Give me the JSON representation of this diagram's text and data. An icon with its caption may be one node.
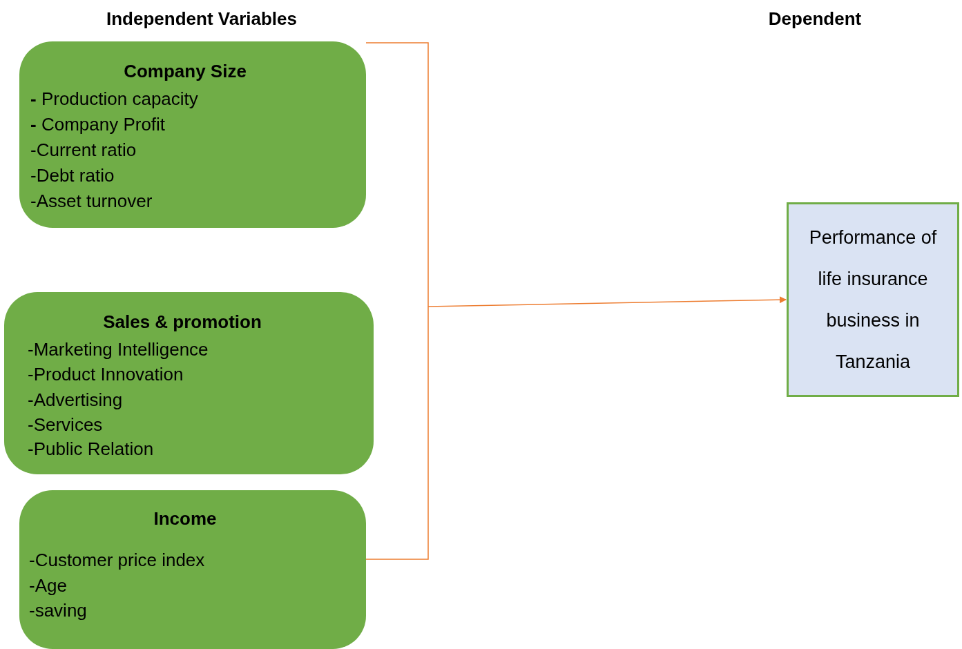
{
  "diagram": {
    "nodes": [
      {
        "text": [
          "Company Size",
          "**-** Production capacity",
          "**-** Company Profit",
          "-Current ratio",
          "-Debt ratio",
          "-Asset turnover"
        ]
      },
      {
        "text": [
          "Sales & promotion",
          "-Marketing Intelligence",
          "-Product Innovation",
          "-Advertising",
          "-Services",
          "-Public Relation"
        ]
      },
      {
        "text": [
          "Income",
          "-Customer price index",
          "-Age",
          "-saving"
        ]
      },
      {
        "text": [
          "Performance of life insurance business in Tanzania"
        ]
      }
    ],
    "edges": [
      {
        "from": 0,
        "to": 3,
        "arrow": "to"
      },
      {
        "from": 2,
        "to": 3,
        "arrow": "to"
      }
    ],
    "labels": [
      "Independent Variables",
      "Dependent"
    ]
  }
}
